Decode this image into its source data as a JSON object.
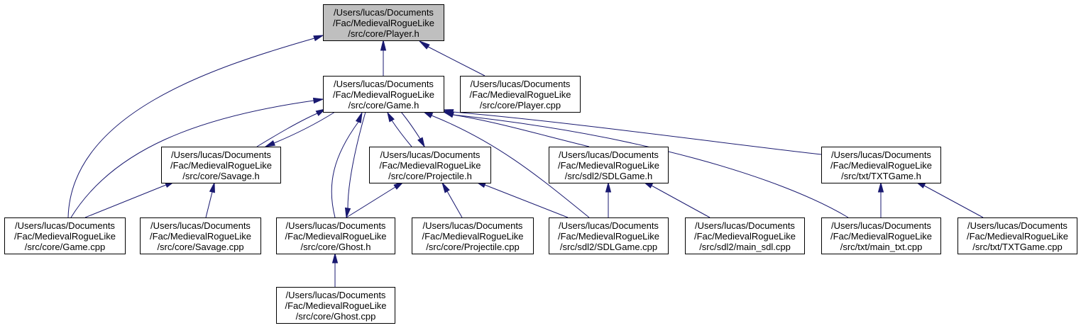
{
  "colors": {
    "edge": "#191970",
    "root_fill": "#bfbfbf",
    "node_fill": "#ffffff",
    "border": "#000000"
  },
  "nodes": [
    {
      "id": "player_h",
      "root": true,
      "lines": [
        "/Users/lucas/Documents",
        "/Fac/MedievalRogueLike",
        "/src/core/Player.h"
      ]
    },
    {
      "id": "game_h",
      "lines": [
        "/Users/lucas/Documents",
        "/Fac/MedievalRogueLike",
        "/src/core/Game.h"
      ]
    },
    {
      "id": "player_cpp",
      "lines": [
        "/Users/lucas/Documents",
        "/Fac/MedievalRogueLike",
        "/src/core/Player.cpp"
      ]
    },
    {
      "id": "savage_h",
      "lines": [
        "/Users/lucas/Documents",
        "/Fac/MedievalRogueLike",
        "/src/core/Savage.h"
      ]
    },
    {
      "id": "projectile_h",
      "lines": [
        "/Users/lucas/Documents",
        "/Fac/MedievalRogueLike",
        "/src/core/Projectile.h"
      ]
    },
    {
      "id": "sdlgame_h",
      "lines": [
        "/Users/lucas/Documents",
        "/Fac/MedievalRogueLike",
        "/src/sdl2/SDLGame.h"
      ]
    },
    {
      "id": "txtgame_h",
      "lines": [
        "/Users/lucas/Documents",
        "/Fac/MedievalRogueLike",
        "/src/txt/TXTGame.h"
      ]
    },
    {
      "id": "game_cpp",
      "lines": [
        "/Users/lucas/Documents",
        "/Fac/MedievalRogueLike",
        "/src/core/Game.cpp"
      ]
    },
    {
      "id": "savage_cpp",
      "lines": [
        "/Users/lucas/Documents",
        "/Fac/MedievalRogueLike",
        "/src/core/Savage.cpp"
      ]
    },
    {
      "id": "ghost_h",
      "lines": [
        "/Users/lucas/Documents",
        "/Fac/MedievalRogueLike",
        "/src/core/Ghost.h"
      ]
    },
    {
      "id": "projectile_cpp",
      "lines": [
        "/Users/lucas/Documents",
        "/Fac/MedievalRogueLike",
        "/src/core/Projectile.cpp"
      ]
    },
    {
      "id": "sdlgame_cpp",
      "lines": [
        "/Users/lucas/Documents",
        "/Fac/MedievalRogueLike",
        "/src/sdl2/SDLGame.cpp"
      ]
    },
    {
      "id": "main_sdl_cpp",
      "lines": [
        "/Users/lucas/Documents",
        "/Fac/MedievalRogueLike",
        "/src/sdl2/main_sdl.cpp"
      ]
    },
    {
      "id": "main_txt_cpp",
      "lines": [
        "/Users/lucas/Documents",
        "/Fac/MedievalRogueLike",
        "/src/txt/main_txt.cpp"
      ]
    },
    {
      "id": "txtgame_cpp",
      "lines": [
        "/Users/lucas/Documents",
        "/Fac/MedievalRogueLike",
        "/src/txt/TXTGame.cpp"
      ]
    },
    {
      "id": "ghost_cpp",
      "lines": [
        "/Users/lucas/Documents",
        "/Fac/MedievalRogueLike",
        "/src/core/Ghost.cpp"
      ]
    }
  ],
  "edges": [
    {
      "from": "game_h",
      "to": "player_h"
    },
    {
      "from": "player_cpp",
      "to": "player_h"
    },
    {
      "from": "game_cpp",
      "to": "player_h"
    },
    {
      "from": "game_cpp",
      "to": "game_h"
    },
    {
      "from": "savage_h",
      "to": "game_h"
    },
    {
      "from": "game_h",
      "to": "savage_h"
    },
    {
      "from": "ghost_h",
      "to": "game_h"
    },
    {
      "from": "game_h",
      "to": "ghost_h"
    },
    {
      "from": "projectile_h",
      "to": "game_h"
    },
    {
      "from": "game_h",
      "to": "projectile_h"
    },
    {
      "from": "sdlgame_cpp",
      "to": "game_h"
    },
    {
      "from": "sdlgame_h",
      "to": "game_h"
    },
    {
      "from": "main_txt_cpp",
      "to": "game_h"
    },
    {
      "from": "txtgame_h",
      "to": "game_h"
    },
    {
      "from": "game_cpp",
      "to": "savage_h"
    },
    {
      "from": "savage_cpp",
      "to": "savage_h"
    },
    {
      "from": "ghost_h",
      "to": "projectile_h"
    },
    {
      "from": "projectile_cpp",
      "to": "projectile_h"
    },
    {
      "from": "sdlgame_cpp",
      "to": "projectile_h"
    },
    {
      "from": "sdlgame_cpp",
      "to": "sdlgame_h"
    },
    {
      "from": "main_sdl_cpp",
      "to": "sdlgame_h"
    },
    {
      "from": "main_txt_cpp",
      "to": "txtgame_h"
    },
    {
      "from": "txtgame_cpp",
      "to": "txtgame_h"
    },
    {
      "from": "ghost_cpp",
      "to": "ghost_h"
    }
  ]
}
